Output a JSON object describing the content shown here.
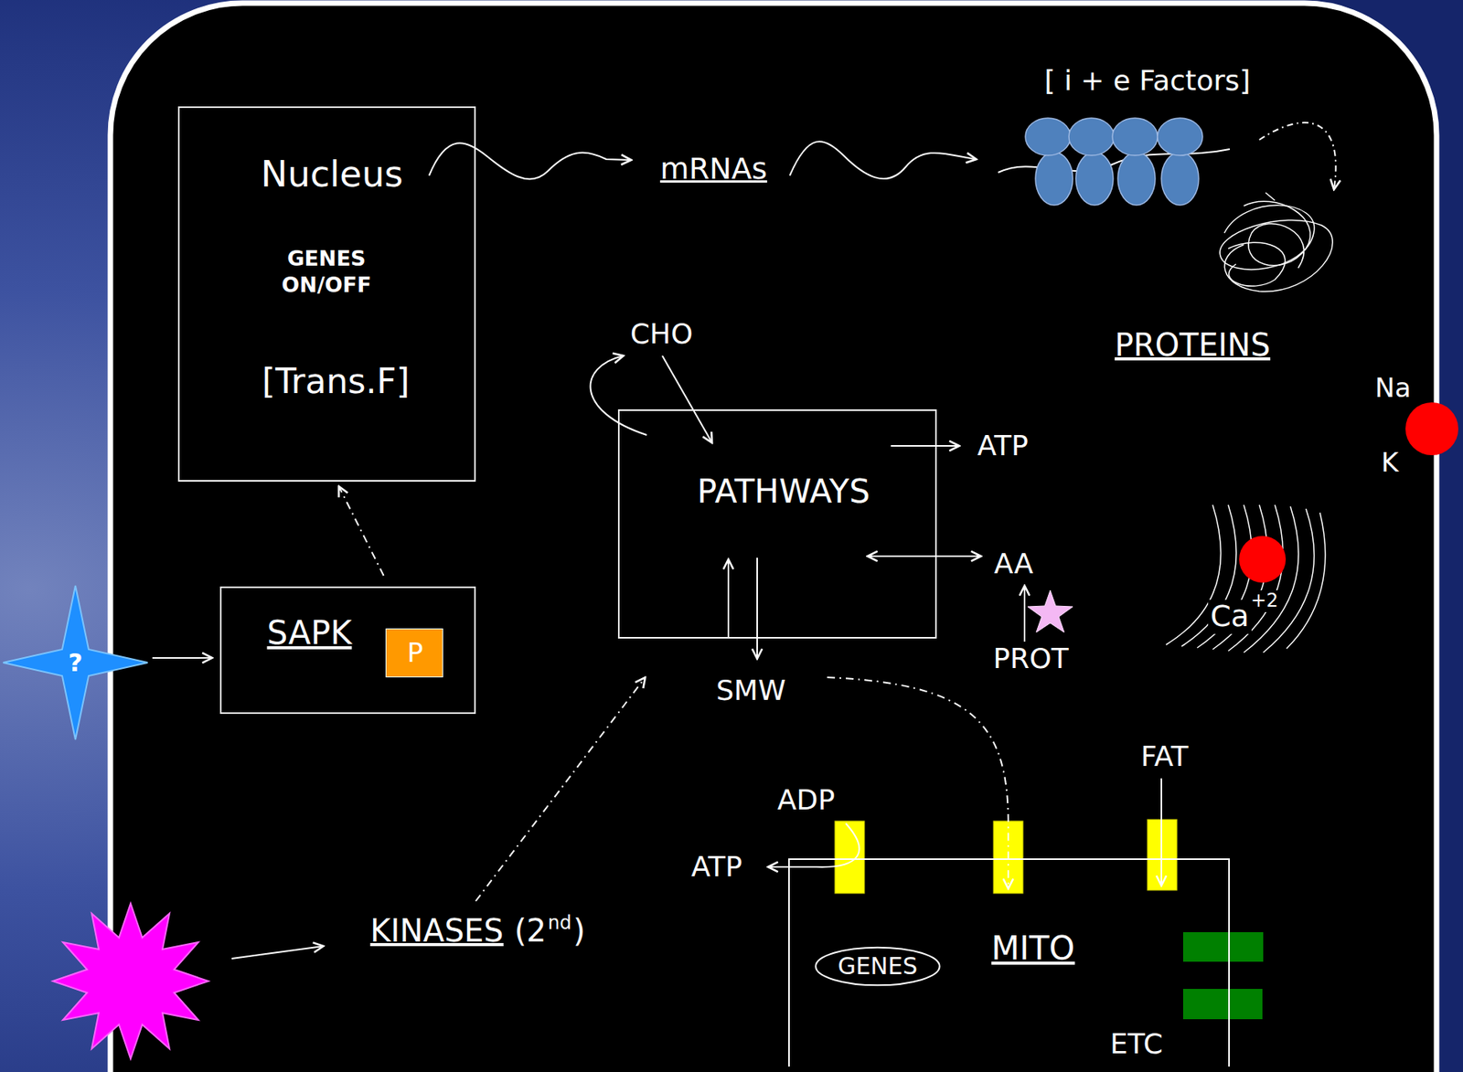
{
  "diagram": {
    "nodes": [
      {
        "text": [
          "Nucleus",
          "GENES ON/OFF",
          "[Trans.F]"
        ]
      },
      {
        "text": [
          "PATHWAYS"
        ]
      },
      {
        "text": [
          "SAPK"
        ]
      },
      {
        "text": [
          "P"
        ],
        "in": 2
      },
      {
        "text": [
          "?"
        ]
      },
      {
        "text": [
          "MITO"
        ]
      },
      {
        "text": [
          "GENES"
        ],
        "in": 5
      }
    ],
    "edges": [
      {
        "from": 4,
        "to": 2,
        "arrow": "to"
      },
      {
        "from": 2,
        "to": 0,
        "arrow": "to"
      }
    ],
    "labels": [
      "[ i + e Factors]",
      "mRNAs",
      "PROTEINS",
      "CHO",
      "Na",
      "ATP",
      "K",
      "AA",
      "Ca",
      "+2",
      "PROT",
      "SMW",
      "FAT",
      "ADP",
      "ATP",
      "KINASES",
      "(2",
      "nd",
      ")",
      "ETC"
    ]
  }
}
